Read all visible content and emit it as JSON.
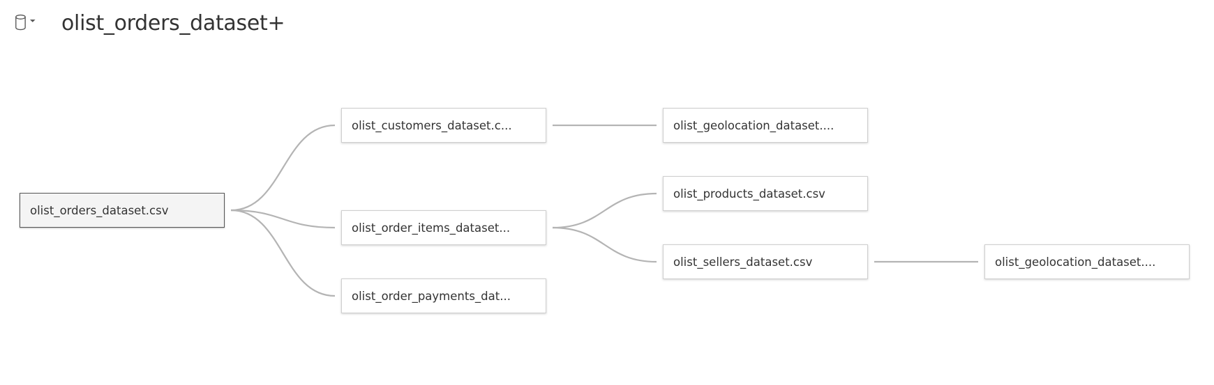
{
  "header": {
    "title": "olist_orders_dataset+",
    "data_source_icon": "database-cylinder-icon",
    "dropdown_icon": "caret-down-icon"
  },
  "tables": {
    "orders": "olist_orders_dataset.csv",
    "customers": "olist_customers_dataset.c...",
    "order_items": "olist_order_items_dataset...",
    "order_payments": "olist_order_payments_dat...",
    "geolocation_customers": "olist_geolocation_dataset....",
    "products": "olist_products_dataset.csv",
    "sellers": "olist_sellers_dataset.csv",
    "geolocation_sellers": "olist_geolocation_dataset...."
  },
  "relationships": [
    [
      "orders",
      "customers"
    ],
    [
      "orders",
      "order_items"
    ],
    [
      "orders",
      "order_payments"
    ],
    [
      "customers",
      "geolocation_customers"
    ],
    [
      "order_items",
      "products"
    ],
    [
      "order_items",
      "sellers"
    ],
    [
      "sellers",
      "geolocation_sellers"
    ]
  ],
  "colors": {
    "link": "#b4b4b4",
    "root_border": "#555555",
    "root_background": "#f4f4f4",
    "node_border": "#cfcfcf"
  }
}
